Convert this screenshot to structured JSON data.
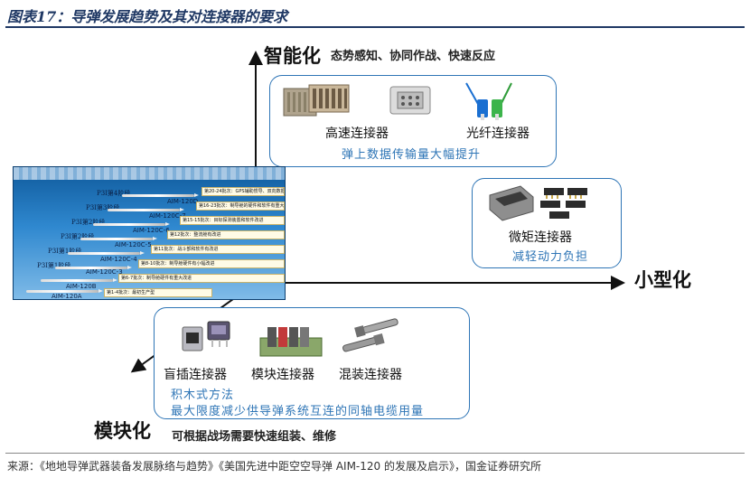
{
  "figure_title": "图表17：导弹发展趋势及其对连接器的要求",
  "axes": {
    "intelligent": {
      "title": "智能化",
      "desc": "态势感知、协同作战、快速反应"
    },
    "miniaturization": {
      "title": "小型化"
    },
    "modular": {
      "title": "模块化",
      "desc": "可根据战场需要快速组装、维修"
    }
  },
  "box_intelligent": {
    "products": [
      "高速连接器",
      "光纤连接器"
    ],
    "note": "弹上数据传输量大幅提升"
  },
  "box_mini": {
    "product": "微矩连接器",
    "note": "减轻动力负担"
  },
  "box_modular": {
    "products": [
      "盲插连接器",
      "模块连接器",
      "混装连接器"
    ],
    "notes": [
      "积木式方法",
      "最大限度减少供导弹系统互连的同轴电缆用量"
    ]
  },
  "missile_panel": {
    "stages": [
      "P3I第4阶段",
      "P3I第3阶段",
      "P3I第2阶段",
      "P3I第2阶段",
      "P3I第1阶段",
      "P3I第1阶段"
    ],
    "models": [
      "AIM-120D",
      "AIM-120C-7",
      "AIM-120C-6",
      "AIM-120C-5",
      "AIM-120C-4",
      "AIM-120C-3",
      "AIM-120B",
      "AIM-120A"
    ],
    "notes": [
      "第20-24批次：GPS辅助惯导、双向数据链",
      "第16-23批次：制导舱的硬件和软件有重大改进",
      "第15-15批次：目标探测装置和软件改进",
      "第12批次：整流舱有改进",
      "第11批次：战斗部和软件有改进",
      "第8-10批次：制导舱硬件有小幅改进",
      "第6-7批次：制导舱硬件有重大改进",
      "第1-4批次：最初生产型"
    ]
  },
  "source": "来源：《地地导弹武器装备发展脉络与趋势》《美国先进中距空空导弹 AIM-120 的发展及启示》，国金证券研究所",
  "colors": {
    "accent": "#2e75b6",
    "title": "#1f3864",
    "axis": "#111111"
  }
}
